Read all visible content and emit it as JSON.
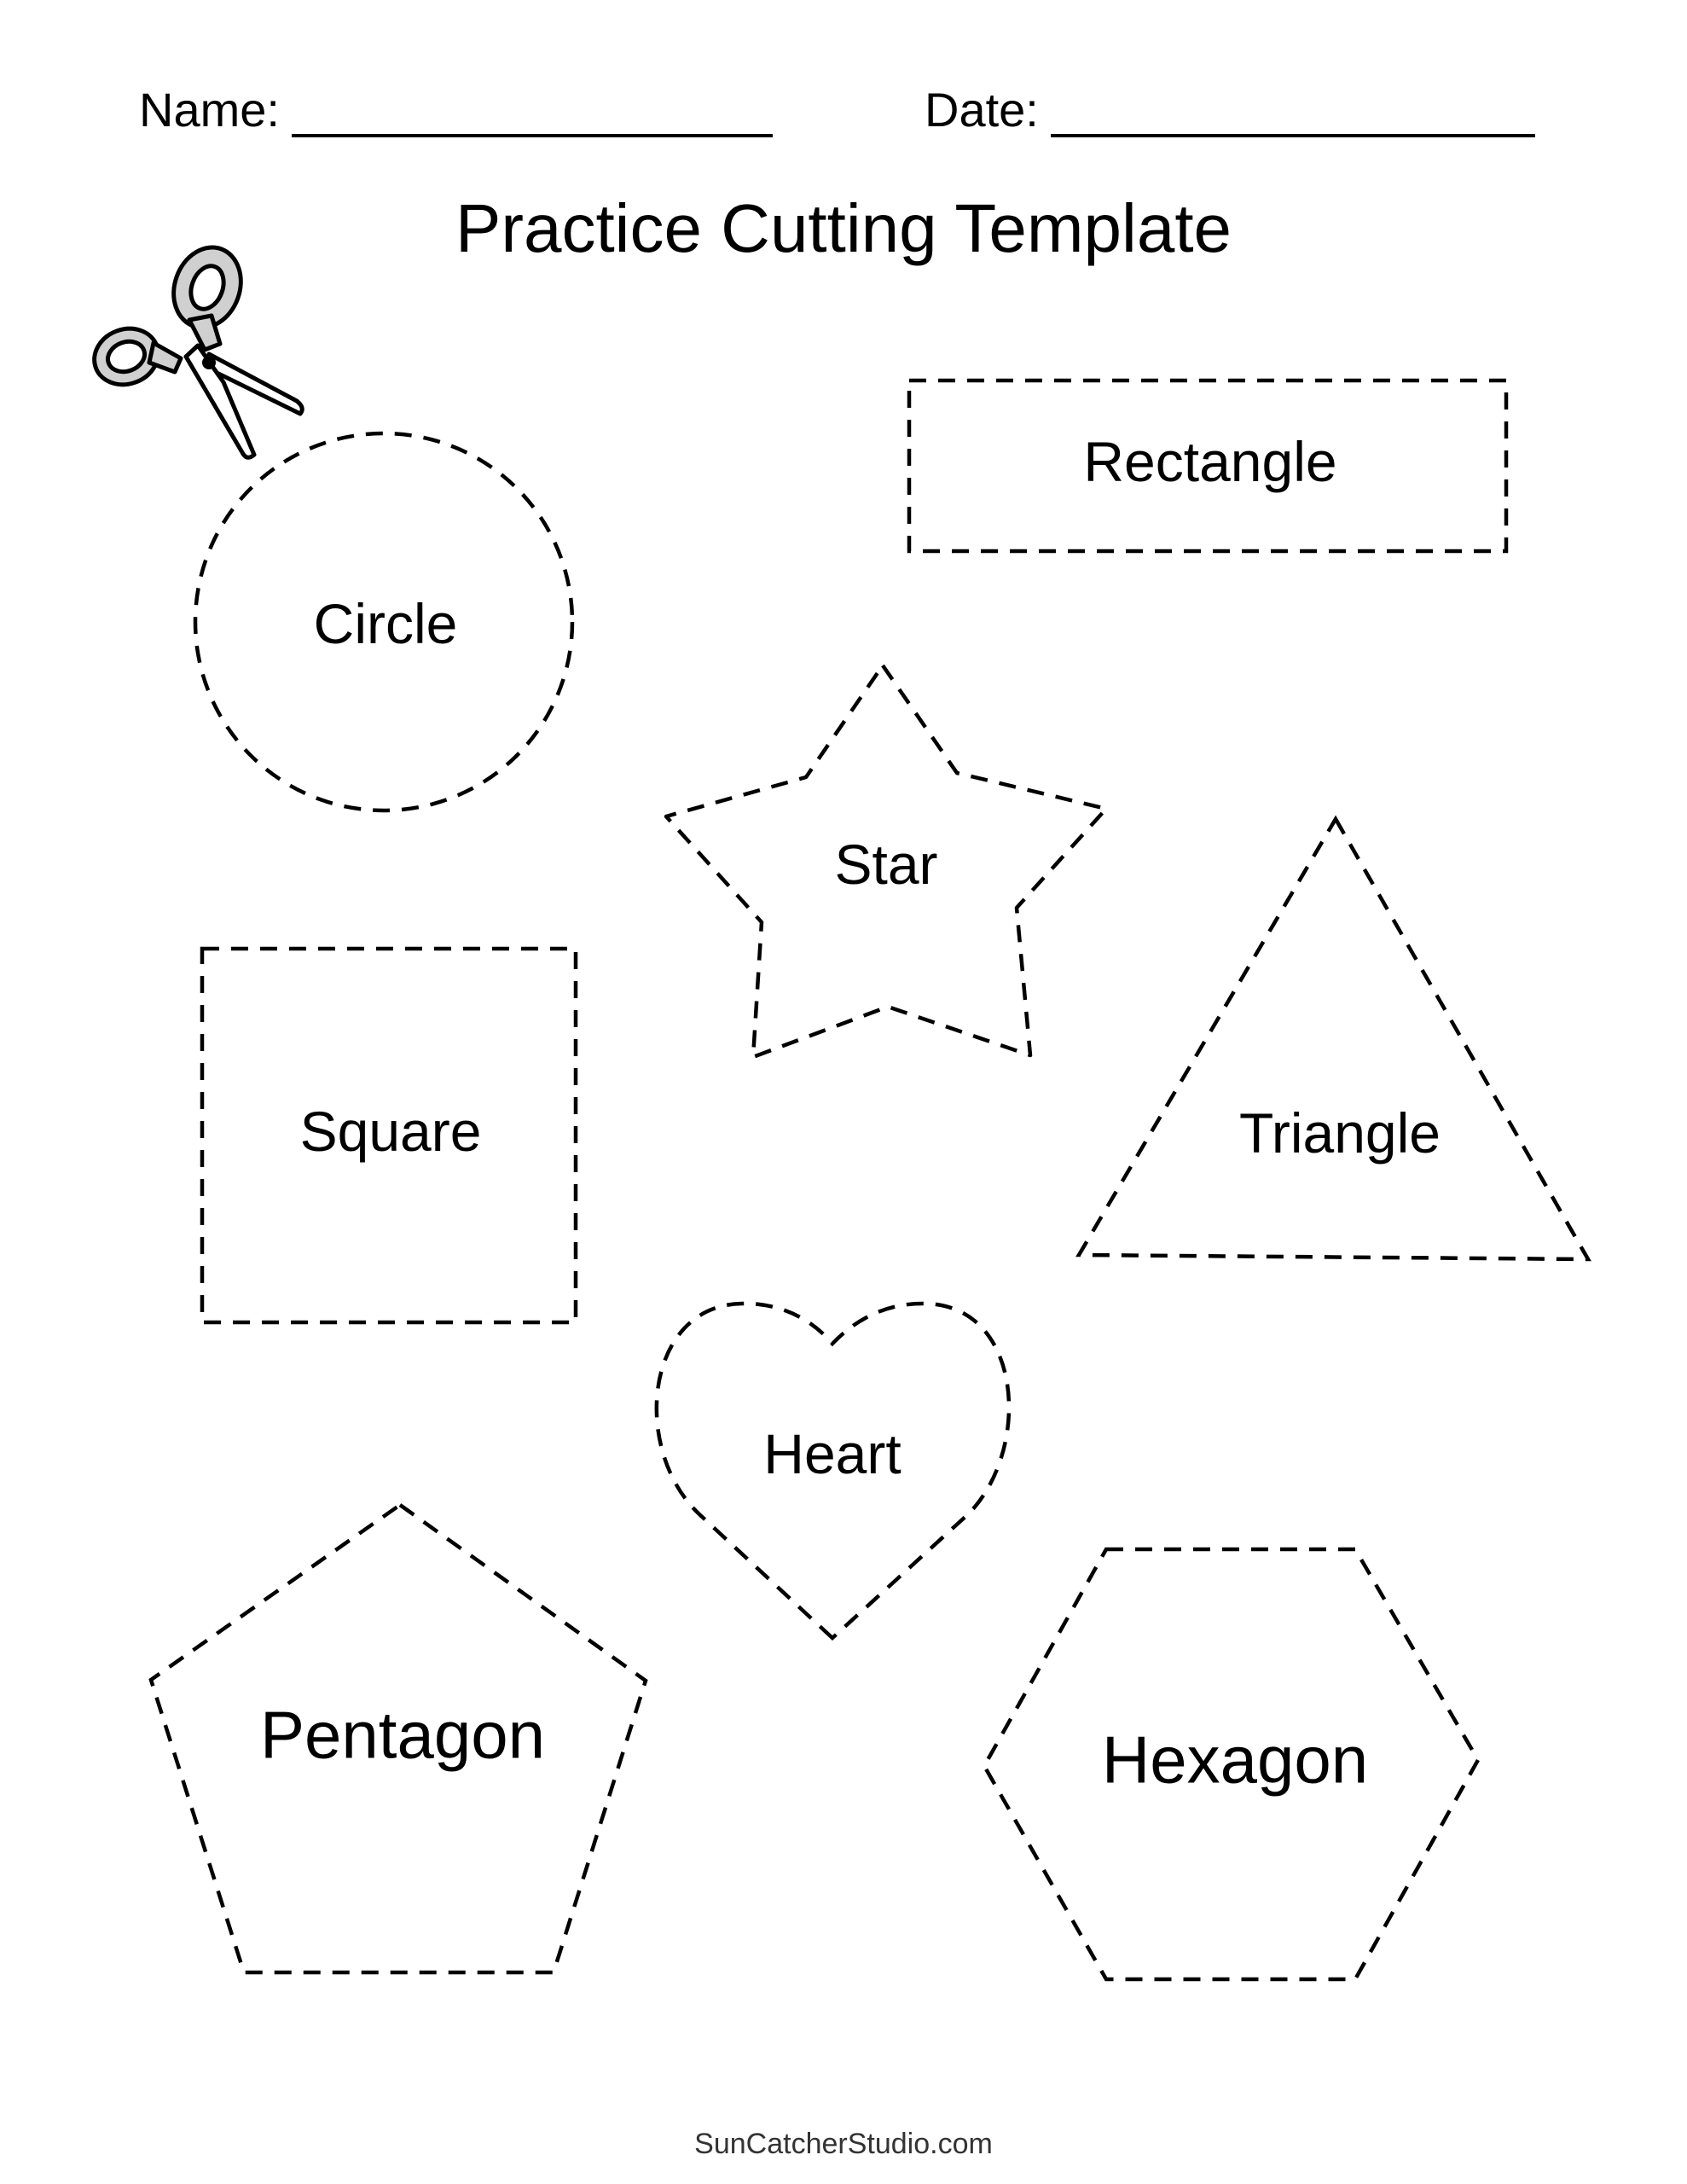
{
  "header": {
    "name_label": "Name:",
    "date_label": "Date:"
  },
  "title": "Practice Cutting Template",
  "icon": "scissors-icon",
  "shapes": [
    {
      "id": "circle",
      "label": "Circle"
    },
    {
      "id": "rectangle",
      "label": "Rectangle"
    },
    {
      "id": "star",
      "label": "Star"
    },
    {
      "id": "square",
      "label": "Square"
    },
    {
      "id": "triangle",
      "label": "Triangle"
    },
    {
      "id": "heart",
      "label": "Heart"
    },
    {
      "id": "pentagon",
      "label": "Pentagon"
    },
    {
      "id": "hexagon",
      "label": "Hexagon"
    }
  ],
  "footer": "SunCatcherStudio.com",
  "colors": {
    "stroke": "#000000",
    "scissor_handle": "#d0d0d0",
    "footer_text": "#333333"
  }
}
